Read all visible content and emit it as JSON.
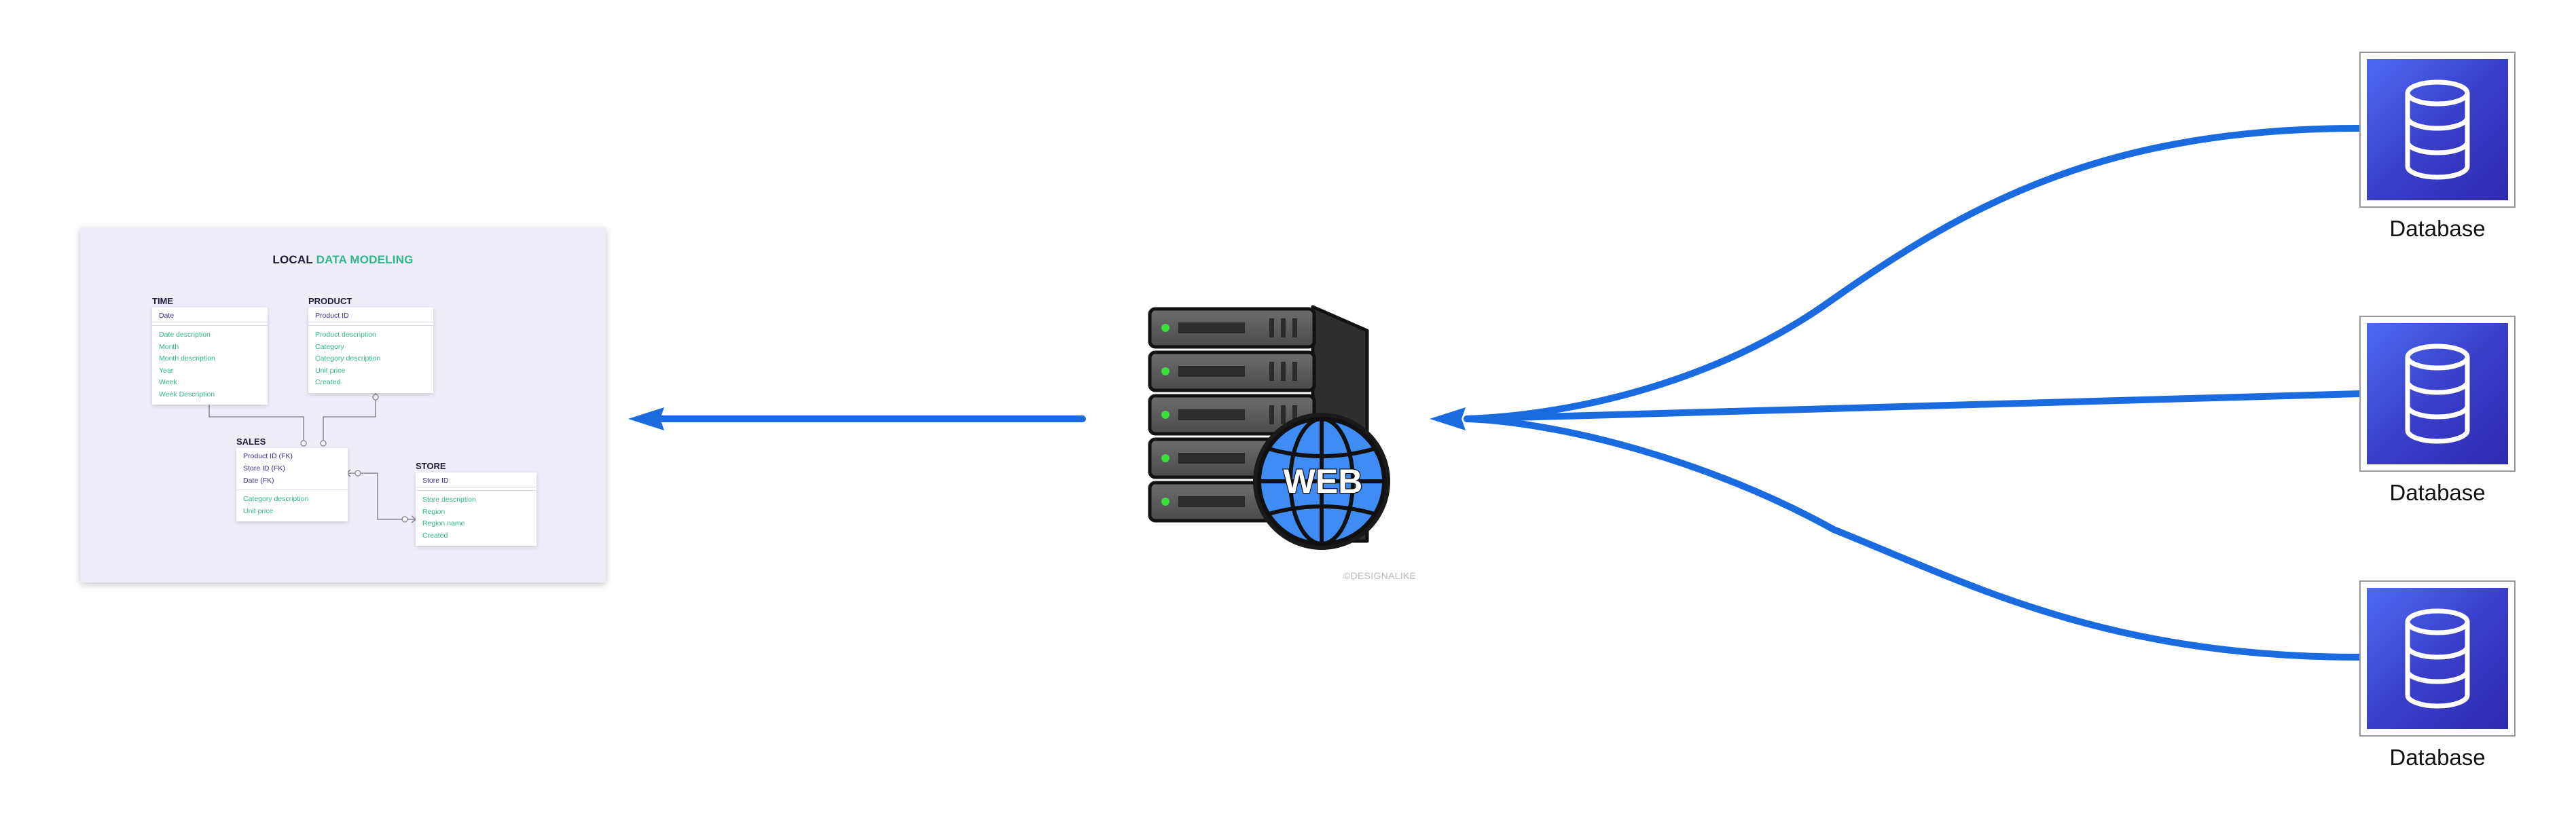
{
  "colors": {
    "arrow": "#1a6ae0",
    "er_background": "#efeef8",
    "er_key_text": "#3b2f8f",
    "er_attr_text": "#2eb88a",
    "server_led": "#3ddc3d",
    "globe_blue": "#3f8cf5",
    "database_fill": "#3a3fcb"
  },
  "icons": {
    "server": "web-server-icon",
    "globe": "globe-icon",
    "database": "database-cylinder-icon"
  },
  "er_diagram": {
    "title_part1": "LOCAL",
    "title_part2": "DATA MODELING",
    "tables": {
      "time": {
        "name": "TIME",
        "keys": [
          "Date"
        ],
        "attributes": [
          "Date description",
          "Month",
          "Month description",
          "Year",
          "Week",
          "Week Description"
        ]
      },
      "product": {
        "name": "PRODUCT",
        "keys": [
          "Product ID"
        ],
        "attributes": [
          "Product description",
          "Category",
          "Category description",
          "Unit price",
          "Created"
        ]
      },
      "sales": {
        "name": "SALES",
        "keys": [
          "Product ID (FK)",
          "Store ID (FK)",
          "Date (FK)"
        ],
        "attributes": [
          "Category description",
          "Unit price"
        ]
      },
      "store": {
        "name": "STORE",
        "keys": [
          "Store ID"
        ],
        "attributes": [
          "Store description",
          "Region",
          "Region name",
          "Created"
        ]
      }
    }
  },
  "server": {
    "globe_text": "WEB",
    "watermark": "©DESIGNALIKE"
  },
  "databases": [
    {
      "label": "Database"
    },
    {
      "label": "Database"
    },
    {
      "label": "Database"
    }
  ]
}
